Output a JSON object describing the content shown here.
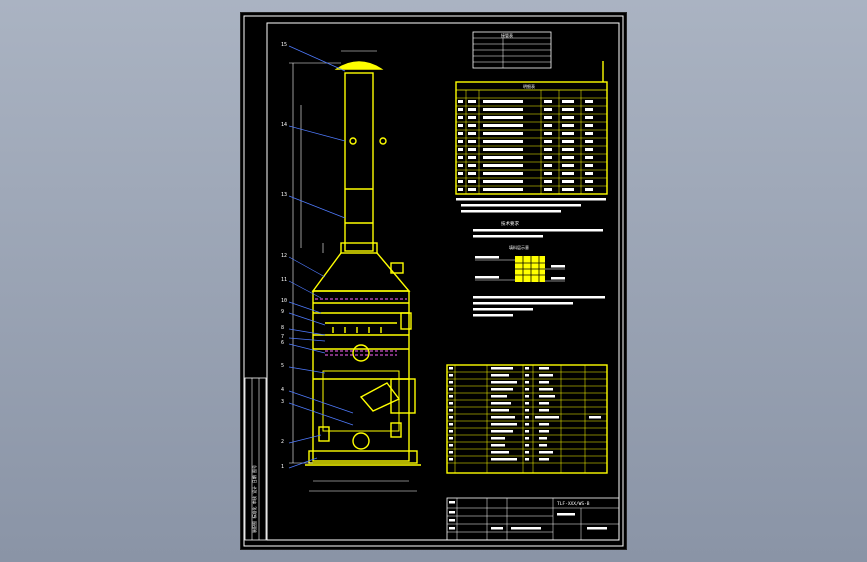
{
  "drawing": {
    "part_numbers": [
      "15",
      "14",
      "13",
      "12",
      "11",
      "10",
      "9",
      "8",
      "7",
      "6",
      "5",
      "4",
      "3",
      "2",
      "1"
    ],
    "top_table_title": "接管表",
    "parts_list_title": "明细表",
    "notes_title": "技术要求",
    "detail_title": "填料层示意",
    "title_block_text": "TLF-XXX/WS-B",
    "vertical_strip_text": "装配图 标准化 审核 设计 日期 图号"
  },
  "colors": {
    "line": "#ffff00",
    "dim": "#ffffff",
    "accent": "#ff66ff",
    "border": "#ffffff"
  }
}
